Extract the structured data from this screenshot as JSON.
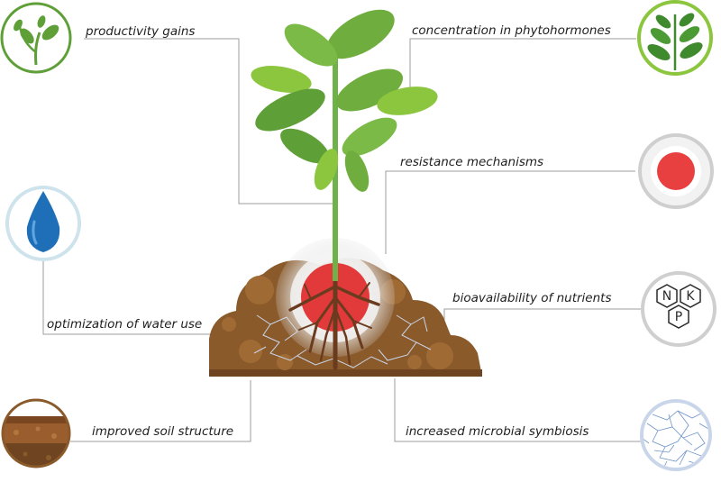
{
  "labels": {
    "productivity": "productivity gains",
    "phytohormones": "concentration in phytohormones",
    "resistance": "resistance mechanisms",
    "water": "optimization of water use",
    "nutrients": "bioavailability of nutrients",
    "soil": "improved soil structure",
    "microbial": "increased microbial symbiosis"
  },
  "npk": {
    "n": "N",
    "k": "K",
    "p": "P"
  },
  "colors": {
    "leaf_green": "#6fae3e",
    "circle_green": "#8cc63f",
    "water_blue": "#1f6fb8",
    "soil_brown": "#8a5a2b",
    "root_red": "#e23a3a",
    "leader_line": "#9e9e9e"
  },
  "icons": [
    "sprout-icon",
    "leaves-icon",
    "water-drop-icon",
    "red-dot-icon",
    "npk-icon",
    "soil-icon",
    "microbe-network-icon"
  ]
}
